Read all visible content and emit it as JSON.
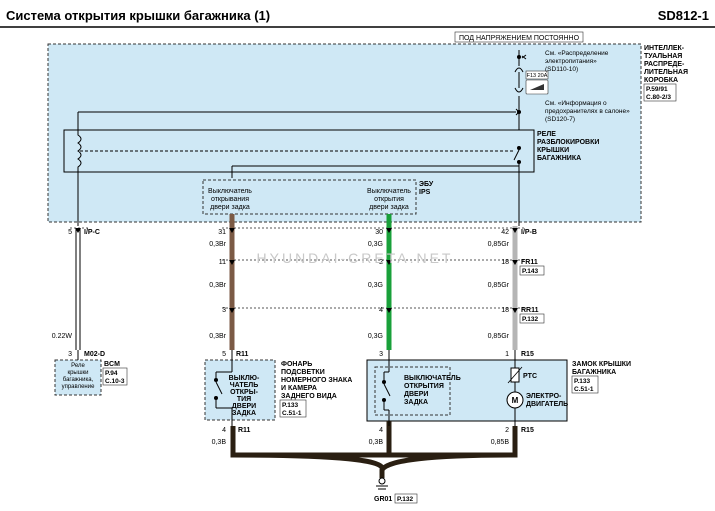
{
  "header": {
    "title": "Система открытия крышки багажника (1)",
    "code": "SD812-1"
  },
  "junction_box": {
    "hot_label": "ПОД НАПРЯЖЕНИЕМ ПОСТОЯННО",
    "name": [
      "ИНТЕЛЛЕК-",
      "ТУАЛЬНАЯ",
      "РАСПРЕДЕ-",
      "ЛИТЕЛЬНАЯ",
      "КОРОБКА"
    ],
    "refs": [
      "P.59/91",
      "C.80-2/3"
    ],
    "note_power": [
      "См. «Распределение",
      "электропитания»",
      "(SD110-10)"
    ],
    "fuse": "F13 20A",
    "note_fuse": [
      "См. «Информация о",
      "предохранителях в салоне»",
      "(SD120-7)"
    ],
    "relay": [
      "РЕЛЕ",
      "РАЗБЛОКИРОВКИ",
      "КРЫШКИ",
      "БАГАЖНИКА"
    ]
  },
  "ecu": {
    "name": [
      "ЭБУ",
      "IPS"
    ],
    "left_label": [
      "Выключатель",
      "открывания",
      "двери задка"
    ],
    "right_label": [
      "Выключатель",
      "открытия",
      "двери задка"
    ]
  },
  "connectors": {
    "ipc": "I/P-C",
    "ipb": "I/P-B",
    "fr11": "FR11",
    "fr11_ref": "P.143",
    "rr11": "RR11",
    "rr11_ref": "P.132",
    "m02d": "M02-D",
    "r11_top": "R11",
    "r11_bot": "R11",
    "r15_top": "R15",
    "r15_bot": "R15"
  },
  "pins": {
    "ipc_5": "5",
    "m02d_3": "3",
    "l_31": "31",
    "l_11": "11",
    "l_3": "3",
    "l_5": "5",
    "l_4": "4",
    "m_30": "30",
    "m_2": "2",
    "m_4a": "4",
    "m_3": "3",
    "m_4b": "4",
    "r_42": "42",
    "r_18a": "18",
    "r_18b": "18",
    "r_1": "1",
    "r_2": "2"
  },
  "wires": {
    "w022": "0.22W",
    "l1": "0,3Br",
    "l2": "0,3Br",
    "l3": "0,3Br",
    "l4": "0,3B",
    "m1": "0,3G",
    "m2": "0,3G",
    "m3": "0,3G",
    "m4": "0,3B",
    "r1": "0,85Gr",
    "r2": "0,85Gr",
    "r3": "0,85Gr",
    "r4": "0,85B"
  },
  "bcm": {
    "name": "BCM",
    "refs": [
      "P.94",
      "C.10-3"
    ],
    "label": [
      "Реле",
      "крышки",
      "багажника,",
      "управление"
    ]
  },
  "lamp": {
    "name": [
      "ФОНАРЬ",
      "ПОДСВЕТКИ",
      "НОМЕРНОГО ЗНАКА",
      "И КАМЕРА",
      "ЗАДНЕГО ВИДА"
    ],
    "refs": [
      "P.133",
      "C.51-1"
    ],
    "switch_label": [
      "ВЫКЛЮ-",
      "ЧАТЕЛЬ",
      "ОТКРЫ-",
      "ТИЯ",
      "ДВЕРИ",
      "ЗАДКА"
    ]
  },
  "lock": {
    "name": [
      "ЗАМОК КРЫШКИ",
      "БАГАЖНИКА"
    ],
    "refs": [
      "P.133",
      "C.51-1"
    ],
    "switch_label": [
      "ВЫКЛЮЧАТЕЛЬ",
      "ОТКРЫТИЯ",
      "ДВЕРИ",
      "ЗАДКА"
    ],
    "ptc": "PTC",
    "motor": "M",
    "motor_label": [
      "ЭЛЕКТРО-",
      "ДВИГАТЕЛЬ"
    ]
  },
  "ground": {
    "name": "GR01",
    "ref": "P.132"
  },
  "watermark": "HYUNDAI-CRETA.NET",
  "colors": {
    "box_fill": "#cfe8f5",
    "wire_brown": "#7b5a45",
    "wire_green": "#19a03a",
    "wire_gray": "#b5b5b5",
    "wire_black": "#2a1f12"
  }
}
